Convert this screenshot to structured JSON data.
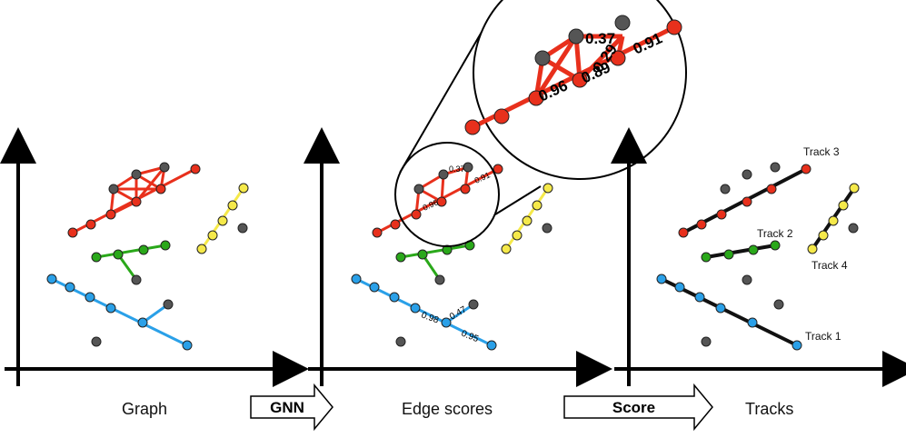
{
  "panels": [
    {
      "caption": "Graph"
    },
    {
      "caption": "Edge scores"
    },
    {
      "caption": "Tracks"
    }
  ],
  "steps": [
    {
      "label": "GNN"
    },
    {
      "label": "Score"
    }
  ],
  "edge_scores": {
    "blue_track": [
      "0.98",
      "0.47",
      "0.95"
    ],
    "red_cluster": [
      "0.37",
      "0.29",
      "0.89",
      "0.96",
      "0.91"
    ]
  },
  "track_labels": [
    "Track 1",
    "Track 2",
    "Track 3",
    "Track 4"
  ],
  "colors": {
    "red": "#e8301c",
    "green": "#2aa81a",
    "blue": "#2aa0e8",
    "yellow": "#f5e94a",
    "gray": "#555555",
    "track_line": "#111111"
  }
}
